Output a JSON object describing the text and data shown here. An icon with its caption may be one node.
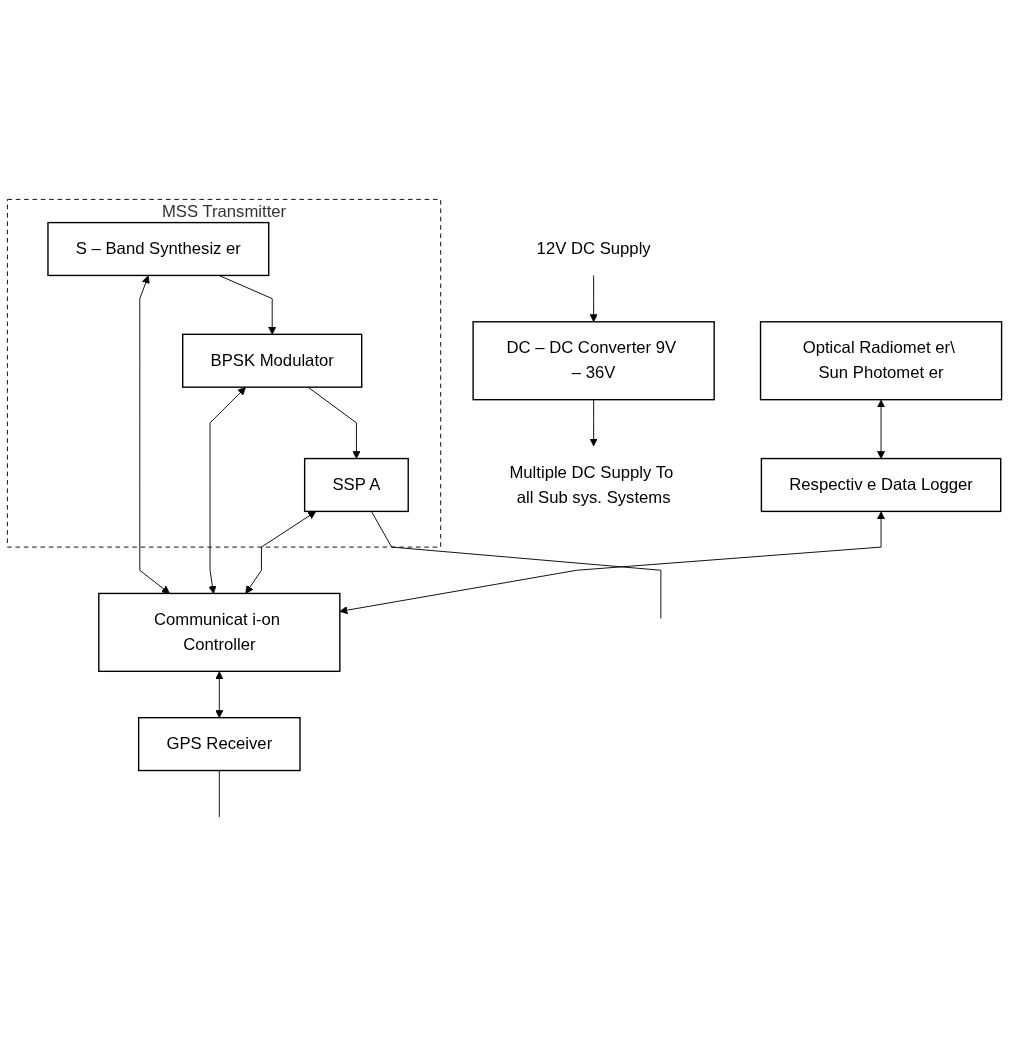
{
  "diagram": {
    "nodes": [
      {
        "text": [
          "MSS Transmitter"
        ]
      },
      {
        "text": [
          "S – Band Synthesiz er"
        ],
        "in": 0
      },
      {
        "text": [
          "BPSK Modulator"
        ],
        "in": 0
      },
      {
        "text": [
          "SSP A"
        ],
        "in": 0
      },
      {
        "text": [
          "Optical Radiomet er\\ Sun Photomet er"
        ]
      },
      {
        "text": [
          "Respectiv e Data Logger"
        ]
      },
      {
        "text": [
          "Communicat i-on Controller"
        ]
      },
      {
        "text": [
          "GPS Receiver"
        ]
      },
      {
        "text": [
          "DC – DC Converter 9V – 36V"
        ]
      },
      {
        "text": [
          "Multiple DC Supply To all Sub sys. Systems"
        ]
      },
      {
        "text": [
          "12V DC Supply"
        ]
      }
    ],
    "edges": [
      {
        "from": 1,
        "to": 2,
        "arrow": "to"
      },
      {
        "from": 2,
        "to": 3,
        "arrow": "to"
      },
      {
        "from": 1,
        "to": 6,
        "arrow": "both"
      },
      {
        "from": 2,
        "to": 6,
        "arrow": "both"
      },
      {
        "from": 3,
        "to": 6,
        "arrow": "both"
      },
      {
        "from": 4,
        "to": 5,
        "arrow": "both"
      },
      {
        "from": 5,
        "to": 6,
        "arrow": "both"
      },
      {
        "from": 6,
        "to": 7,
        "arrow": "both"
      },
      {
        "from": 3,
        "to": null,
        "arrow": "none"
      },
      {
        "from": 7,
        "to": null,
        "arrow": "none"
      },
      {
        "from": 8,
        "to": 9,
        "arrow": "to"
      },
      {
        "from": 10,
        "to": 8,
        "arrow": "to"
      }
    ]
  }
}
